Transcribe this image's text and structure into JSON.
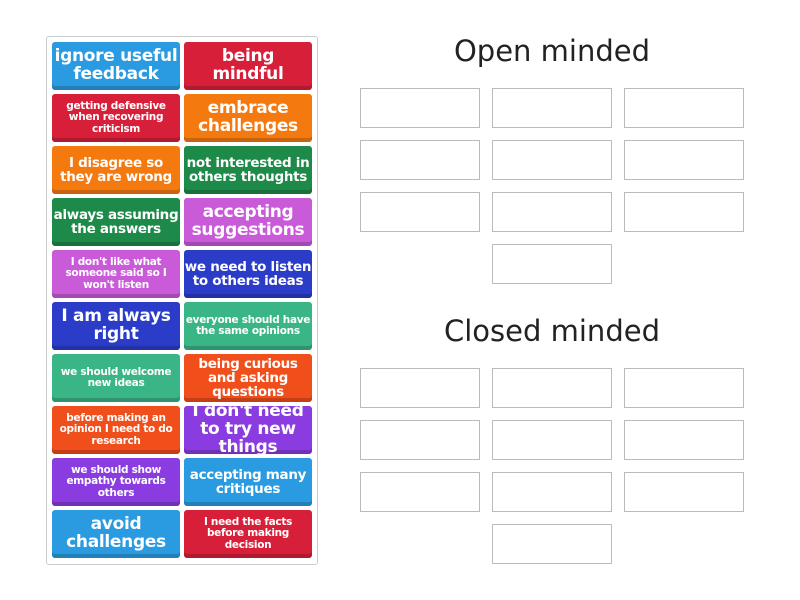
{
  "tiles": [
    {
      "text": "ignore useful feedback",
      "color": "#2a9be0",
      "size": "l"
    },
    {
      "text": "being mindful",
      "color": "#d81f3a",
      "size": "l"
    },
    {
      "text": "getting defensive when recovering criticism",
      "color": "#d81f3a",
      "size": "s"
    },
    {
      "text": "embrace challenges",
      "color": "#f47a10",
      "size": "l"
    },
    {
      "text": "I disagree so they are wrong",
      "color": "#f47a10",
      "size": "m"
    },
    {
      "text": "not interested in others thoughts",
      "color": "#1e8a4a",
      "size": "m"
    },
    {
      "text": "always assuming the answers",
      "color": "#1e8a4a",
      "size": "m"
    },
    {
      "text": "accepting suggestions",
      "color": "#c95ad8",
      "size": "l"
    },
    {
      "text": "I don't like what someone said so I won't listen",
      "color": "#c95ad8",
      "size": "s"
    },
    {
      "text": "we need to listen to others ideas",
      "color": "#2a3cc8",
      "size": "m"
    },
    {
      "text": "I am always right",
      "color": "#2a3cc8",
      "size": "l"
    },
    {
      "text": "everyone should have the same opinions",
      "color": "#3ab585",
      "size": "s"
    },
    {
      "text": "we should welcome new ideas",
      "color": "#3ab585",
      "size": "s"
    },
    {
      "text": "being curious and asking questions",
      "color": "#f04e1a",
      "size": "m"
    },
    {
      "text": "before making an opinion I need to do research",
      "color": "#f04e1a",
      "size": "s"
    },
    {
      "text": "I don't need to try new things",
      "color": "#8a3ce0",
      "size": "l"
    },
    {
      "text": "we should show empathy towards others",
      "color": "#8a3ce0",
      "size": "s"
    },
    {
      "text": "accepting many critiques",
      "color": "#2a9be0",
      "size": "m"
    },
    {
      "text": "avoid challenges",
      "color": "#2a9be0",
      "size": "l"
    },
    {
      "text": "I need the facts before making decision",
      "color": "#d81f3a",
      "size": "s"
    }
  ],
  "groups": [
    {
      "title": "Open minded"
    },
    {
      "title": "Closed minded"
    }
  ]
}
